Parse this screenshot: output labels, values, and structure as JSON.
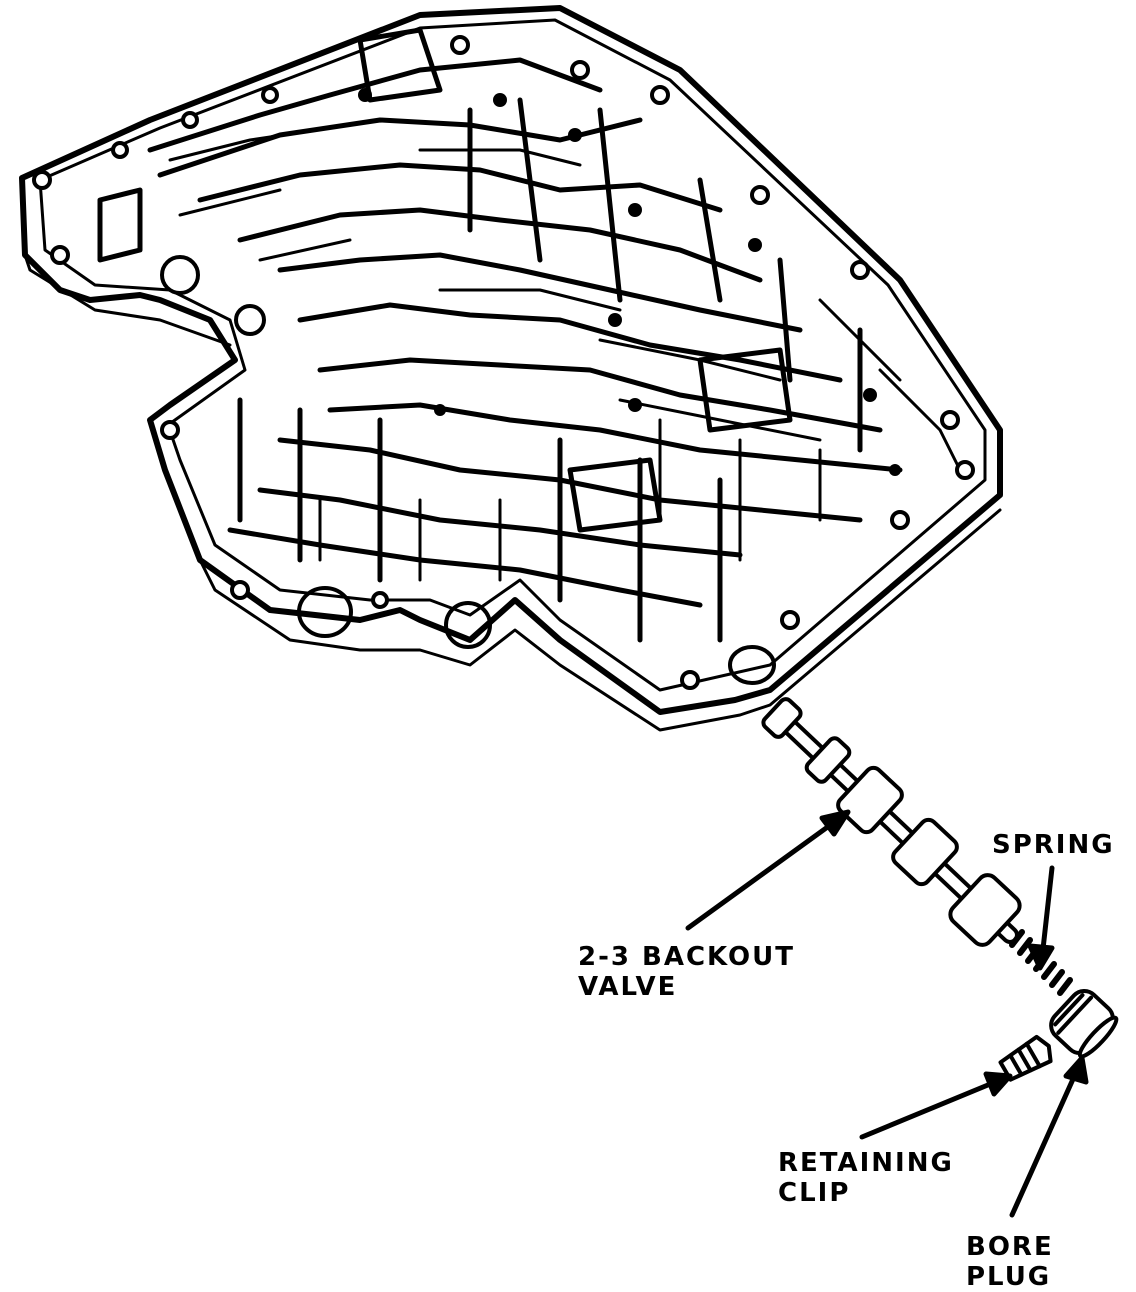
{
  "labels": {
    "spring": "SPRING",
    "backout_valve_line1": "2-3 BACKOUT",
    "backout_valve_line2": "VALVE",
    "retaining_clip_line1": "RETAINING",
    "retaining_clip_line2": "CLIP",
    "bore_plug_line1": "BORE",
    "bore_plug_line2": "PLUG"
  },
  "colors": {
    "ink": "#000000",
    "paper": "#ffffff"
  }
}
